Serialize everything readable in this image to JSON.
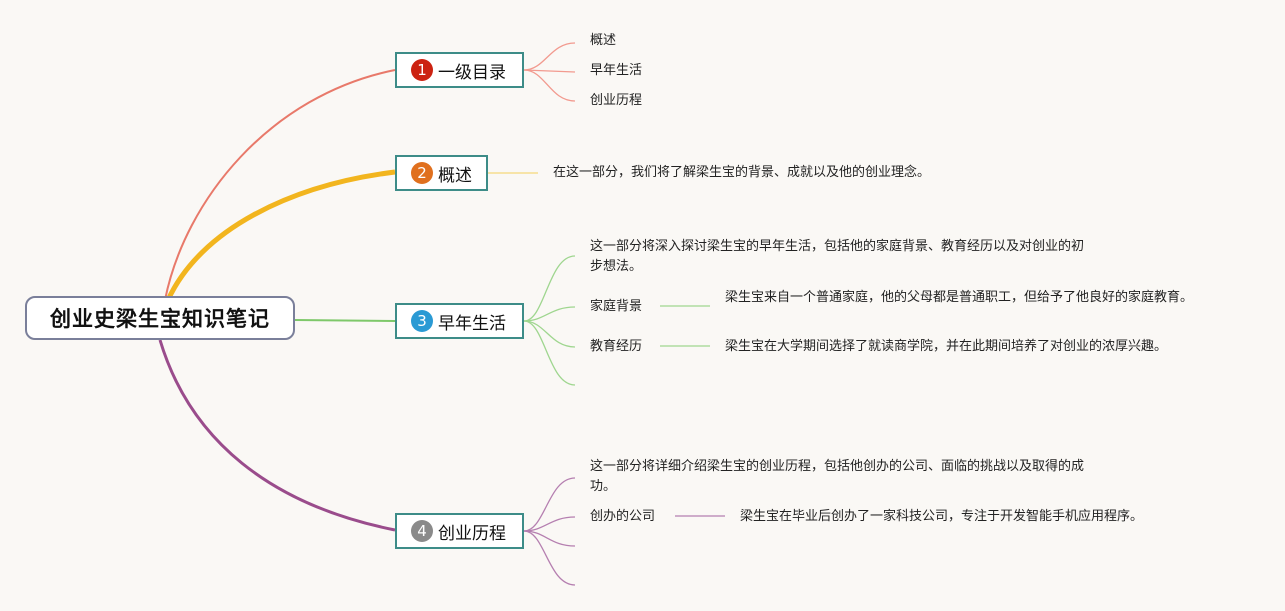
{
  "root": {
    "title": "创业史梁生宝知识笔记"
  },
  "topics": [
    {
      "number": "1",
      "label": "一级目录",
      "color": "#e06655",
      "badge_color": "#cc2211",
      "items": [
        "概述",
        "早年生活",
        "创业历程"
      ]
    },
    {
      "number": "2",
      "label": "概述",
      "color": "#f2b51e",
      "badge_color": "#e0701e",
      "text": "在这一部分，我们将了解梁生宝的背景、成就以及他的创业理念。"
    },
    {
      "number": "3",
      "label": "早年生活",
      "color": "#7ec86a",
      "badge_color": "#2a9ad4",
      "intro": "这一部分将深入探讨梁生宝的早年生活，包括他的家庭背景、教育经历以及对创业的初步想法。",
      "subs": [
        {
          "label": "家庭背景",
          "text": "梁生宝来自一个普通家庭，他的父母都是普通职工，但给予了他良好的家庭教育。"
        },
        {
          "label": "教育经历",
          "text": "梁生宝在大学期间选择了就读商学院，并在此期间培养了对创业的浓厚兴趣。"
        }
      ]
    },
    {
      "number": "4",
      "label": "创业历程",
      "color": "#9a4c8c",
      "badge_color": "#8a8a8a",
      "intro": "这一部分将详细介绍梁生宝的创业历程，包括他创办的公司、面临的挑战以及取得的成功。",
      "subs": [
        {
          "label": "创办的公司",
          "text": "梁生宝在毕业后创办了一家科技公司，专注于开发智能手机应用程序。"
        }
      ]
    }
  ]
}
